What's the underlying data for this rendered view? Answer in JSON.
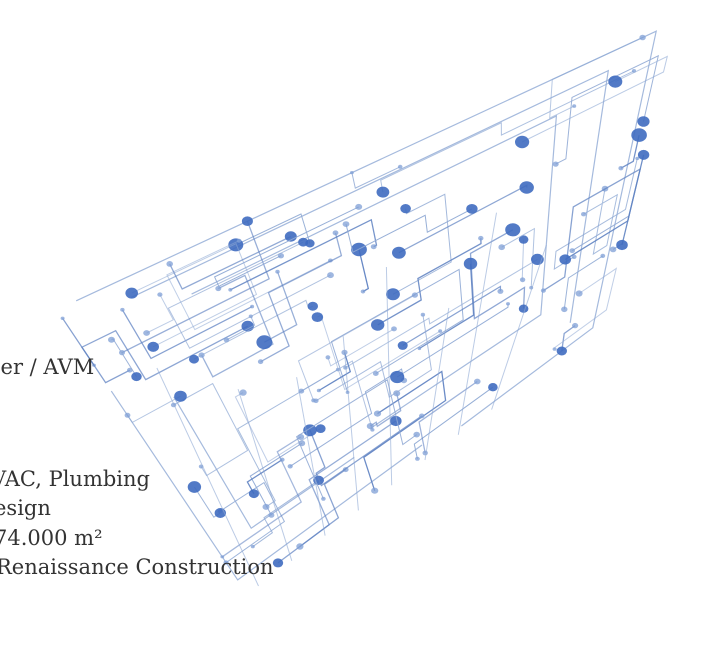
{
  "info_lines": {
    "line_1": "ner / AVM",
    "line_2": "VAC, Plumbing",
    "line_3": "esign",
    "line_4": "74.000 m²",
    "line_5": "Renaissance Construction"
  },
  "colors": {
    "line": "#8fa9d4",
    "line_dark": "#5f82c2",
    "node": "#3f6cc0",
    "node_light": "#7f9fd6",
    "text": "#333333"
  }
}
